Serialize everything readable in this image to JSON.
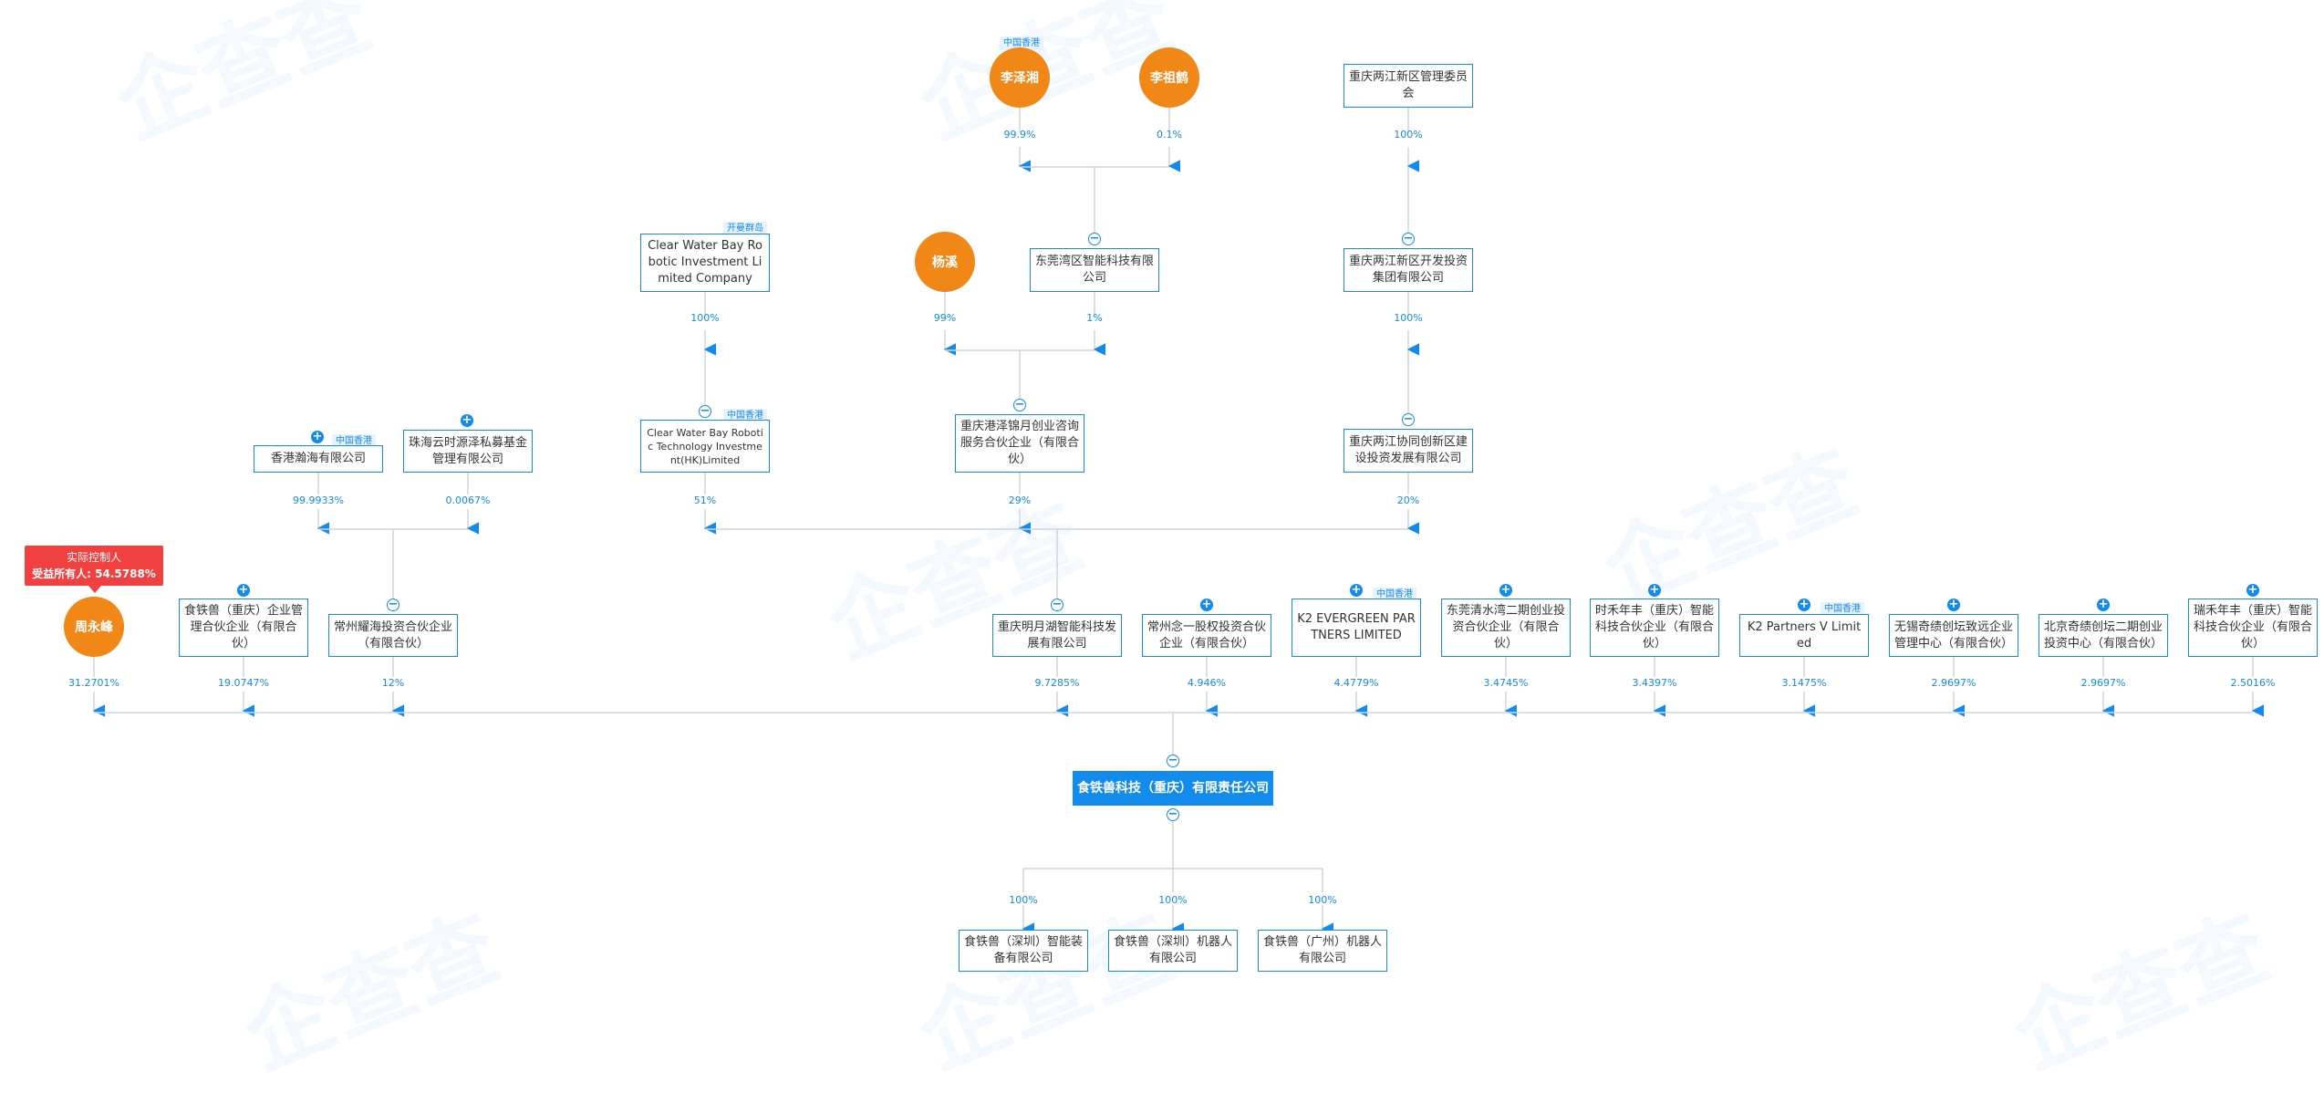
{
  "diagram": {
    "type": "equity-structure"
  },
  "watermark": "企查查",
  "controller": {
    "title": "实际控制人",
    "beneficial": "受益所有人: 54.5788%"
  },
  "persons": {
    "li_zexiang": {
      "name": "李泽湘",
      "tag": "中国香港"
    },
    "li_zuhe": {
      "name": "李祖鹤"
    },
    "yang_xi": {
      "name": "杨溪"
    },
    "zhou_yongfeng": {
      "name": "周永峰"
    }
  },
  "companies": {
    "liangjiang_committee": "重庆两江新区管理委员会",
    "clear_water_bay_ri": "Clear Water Bay Robotic Investment Limited Company",
    "dongguan_wan": "东莞湾区智能科技有限公司",
    "liangjiang_dev": "重庆两江新区开发投资集团有限公司",
    "hk_hanhai": "香港瀚海有限公司",
    "zhuhai_yunshi": "珠海云时源泽私募基金管理有限公司",
    "clear_water_bay_hk": "Clear Water Bay Robotic Technology Investment(HK)Limited",
    "chongqing_gangze": "重庆港泽锦月创业咨询服务合伙企业（有限合伙）",
    "liangjiang_xietong": "重庆两江协同创新区建设投资发展有限公司",
    "shitieshou_mgmt": "食铁兽（重庆）企业管理合伙企业（有限合伙）",
    "changzhou_yaohai": "常州耀海投资合伙企业（有限合伙）",
    "chongqing_mingyue": "重庆明月湖智能科技发展有限公司",
    "changzhou_nian": "常州念一股权投资合伙企业（有限合伙）",
    "k2_evergreen": "K2 EVERGREEN PARTNERS LIMITED",
    "dongguan_qingshui": "东莞清水湾二期创业投资合伙企业（有限合伙）",
    "shihe_nianfeng": "时禾年丰（重庆）智能科技合伙企业（有限合伙）",
    "k2_partners": "K2 Partners V Limited",
    "wuxi_qiji": "无锡奇绩创坛致远企业管理中心（有限合伙）",
    "beijing_qiji": "北京奇绩创坛二期创业投资中心（有限合伙）",
    "ruihe_nianfeng": "瑞禾年丰（重庆）智能科技合伙企业（有限合伙）",
    "root": "食铁兽科技（重庆）有限责任公司",
    "sub_shenzhen_equip": "食铁兽（深圳）智能装备有限公司",
    "sub_shenzhen_robot": "食铁兽（深圳）机器人有限公司",
    "sub_guangzhou_robot": "食铁兽（广州）机器人有限公司"
  },
  "tags": {
    "kaiman": "开曼群岛",
    "hk": "中国香港"
  },
  "percentages": {
    "li_zexiang": "99.9%",
    "li_zuhe": "0.1%",
    "liangjiang_committee": "100%",
    "clear_water_bay_ri": "100%",
    "yang_xi": "99%",
    "dongguan_wan": "1%",
    "liangjiang_dev": "100%",
    "hk_hanhai": "99.9933%",
    "zhuhai_yunshi": "0.0067%",
    "clear_water_bay_hk": "51%",
    "chongqing_gangze": "29%",
    "liangjiang_xietong": "20%",
    "zhou_yongfeng": "31.2701%",
    "shitieshou_mgmt": "19.0747%",
    "changzhou_yaohai": "12%",
    "chongqing_mingyue": "9.7285%",
    "changzhou_nian": "4.946%",
    "k2_evergreen": "4.4779%",
    "dongguan_qingshui": "3.4745%",
    "shihe_nianfeng": "3.4397%",
    "k2_partners": "3.1475%",
    "wuxi_qiji": "2.9697%",
    "beijing_qiji": "2.9697%",
    "ruihe_nianfeng": "2.5016%",
    "sub_shenzhen_equip": "100%",
    "sub_shenzhen_robot": "100%",
    "sub_guangzhou_robot": "100%"
  },
  "colors": {
    "accent": "#128bed",
    "person": "#f08716",
    "controller": "#f04040",
    "line": "#cfd6de"
  },
  "icons": {
    "expand": "plus-circle-icon",
    "collapse": "minus-circle-icon"
  }
}
